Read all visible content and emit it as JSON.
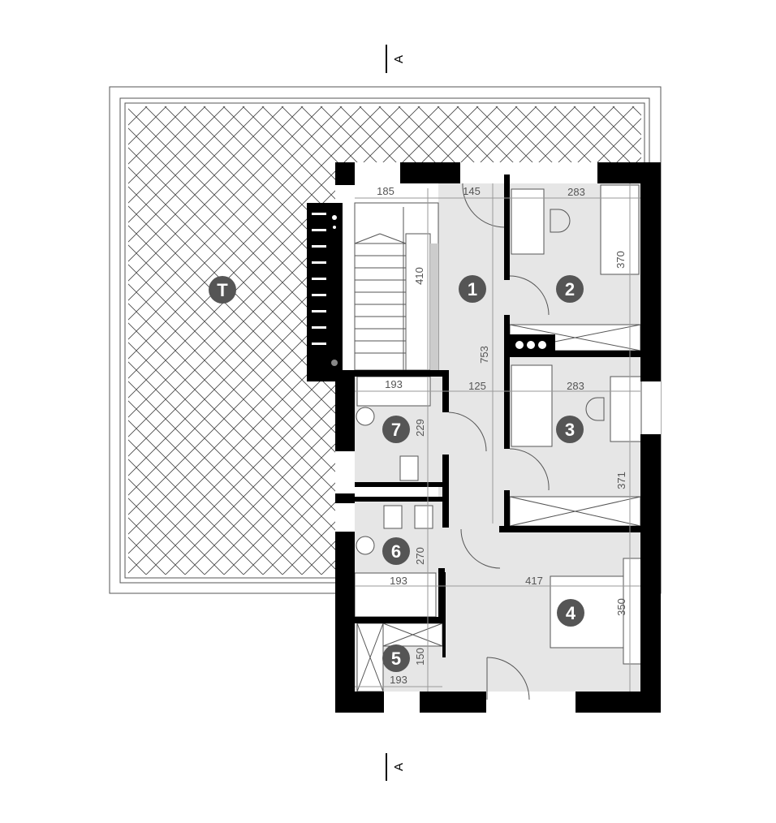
{
  "section_markers": [
    "A",
    "A"
  ],
  "rooms": [
    {
      "id": "T"
    },
    {
      "id": "1"
    },
    {
      "id": "2"
    },
    {
      "id": "3"
    },
    {
      "id": "4"
    },
    {
      "id": "5"
    },
    {
      "id": "6"
    },
    {
      "id": "7"
    }
  ],
  "dimensions": {
    "stair_width": "185",
    "hall_width_top": "145",
    "room2_width": "283",
    "room2_depth": "370",
    "stair_length": "410",
    "hall_length": "753",
    "room7_width": "193",
    "hall_width_mid": "125",
    "room3_width": "283",
    "room7_depth": "229",
    "room3_depth": "371",
    "room6_depth": "270",
    "room6_width": "193",
    "room4_width": "417",
    "room4_depth": "350",
    "room5_depth": "150",
    "room5_width": "193"
  },
  "colors": {
    "wall": "#000000",
    "floor": "#e6e6e6",
    "label": "#555555"
  }
}
